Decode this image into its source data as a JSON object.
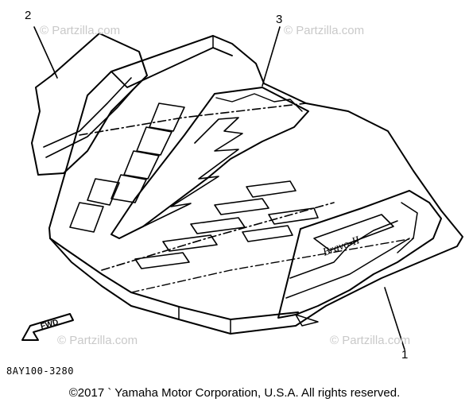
{
  "diagram": {
    "callouts": {
      "part_1": "1",
      "part_2": "2",
      "part_3": "3"
    },
    "decal_text": "Bravo-II",
    "direction_arrow_label": "FWD",
    "part_code": "8AY100-3280",
    "watermark_text": "© Partzilla.com",
    "copyright": "©2017 ` Yamaha Motor Corporation, U.S.A. All rights reserved."
  }
}
